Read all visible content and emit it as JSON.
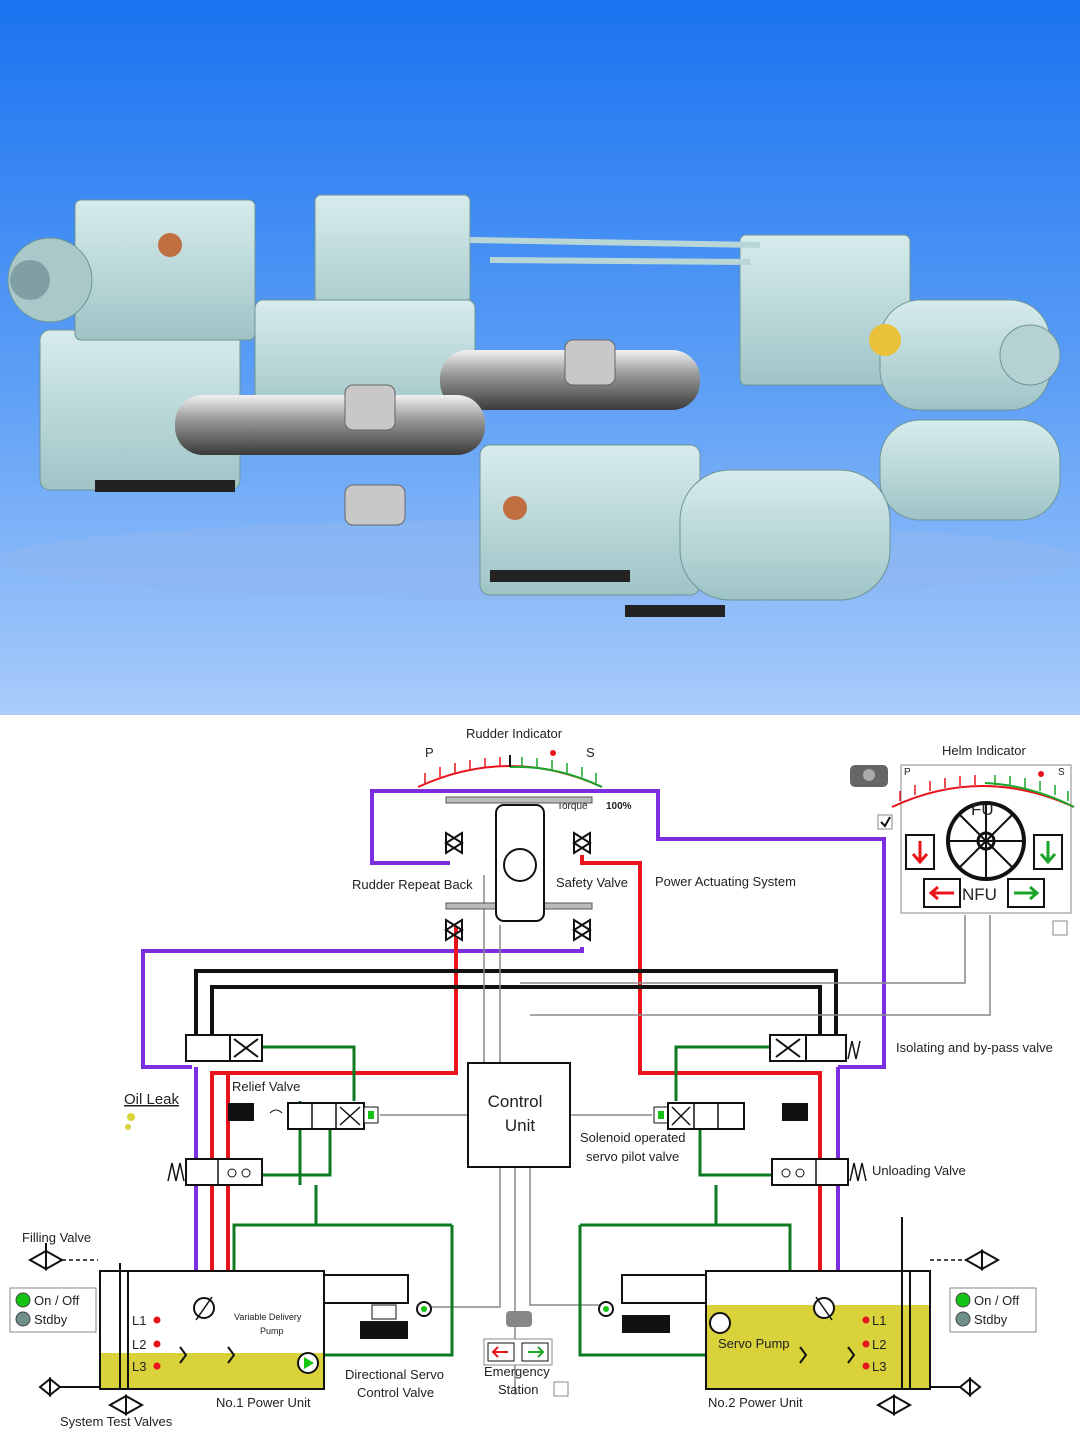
{
  "diagram": {
    "rudder_indicator": {
      "title": "Rudder Indicator",
      "port": "P",
      "starboard": "S"
    },
    "torque": {
      "label": "Torque",
      "value": "100%"
    },
    "helm_indicator": {
      "title": "Helm Indicator",
      "port": "P",
      "starboard": "S",
      "fu": "FU",
      "nfu": "NFU"
    },
    "labels": {
      "rudder_repeat_back": "Rudder Repeat Back",
      "safety_valve": "Safety Valve",
      "power_actuating_system": "Power Actuating System",
      "isolating_bypass_valve": "Isolating and by-pass valve",
      "oil_leak": "Oil Leak",
      "relief_valve": "Relief Valve",
      "control_unit_line1": "Control",
      "control_unit_line2": "Unit",
      "solenoid_line1": "Solenoid operated",
      "solenoid_line2": "servo pilot valve",
      "unloading_valve": "Unloading Valve",
      "filling_valve": "Filling Valve",
      "on_off": "On / Off",
      "stdby": "Stdby",
      "level_l1": "L1",
      "level_l2": "L2",
      "level_l3": "L3",
      "variable_delivery_pump_line1": "Variable Delivery",
      "variable_delivery_pump_line2": "Pump",
      "directional_servo_line1": "Directional Servo",
      "directional_servo_line2": "Control Valve",
      "servo_pump": "Servo Pump",
      "emergency_line1": "Emergency",
      "emergency_line2": "Station",
      "no1_power_unit": "No.1 Power Unit",
      "no2_power_unit": "No.2 Power Unit",
      "system_test_valves": "System Test Valves"
    },
    "colors": {
      "hydraulic_pressure": "#e8141c",
      "return_line": "#7b2fe0",
      "control_line": "#0c7a20",
      "main_line": "#111111",
      "oil": "#d9d23a",
      "indicator_on": "#14c414"
    }
  }
}
